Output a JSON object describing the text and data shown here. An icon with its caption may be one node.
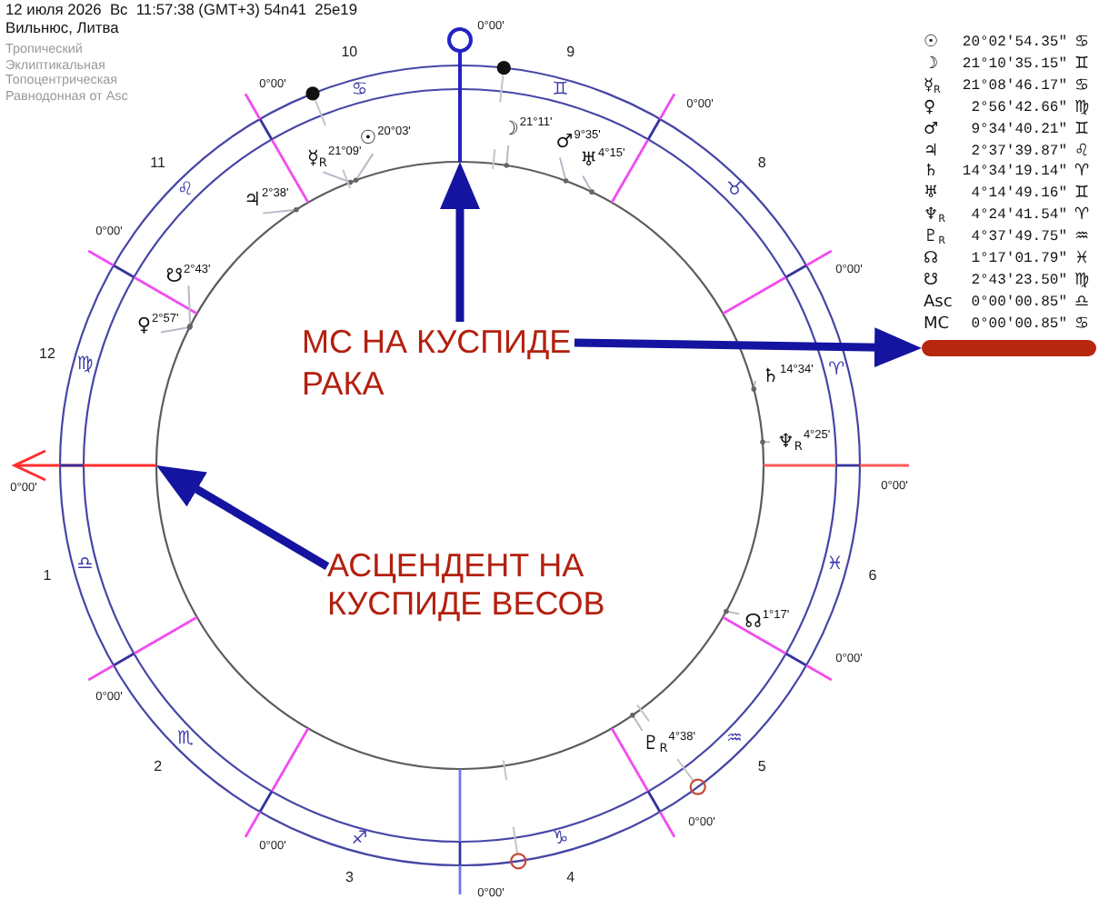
{
  "diagram": {
    "nodes": [
      {
        "text": [
          "МС НА КУСПИДЕ РАКА"
        ]
      },
      {
        "text": [
          "АСЦЕНДЕНТ НА КУСПИДЕ ВЕСОВ"
        ]
      },
      {
        "text": [],
        "shape": "line",
        "beside": [
          "0°00'"
        ]
      },
      {
        "text": [],
        "shape": "line",
        "beside": [
          "0°00'"
        ]
      },
      {
        "text": [],
        "shape": "bar"
      }
    ],
    "edges": [
      {
        "from": 0,
        "to": 2,
        "arrow": "to"
      },
      {
        "from": 0,
        "to": 4,
        "arrow": "to"
      },
      {
        "from": 1,
        "to": 3,
        "arrow": "to"
      }
    ],
    "labels": [
      "12 июля 2026  Вс  11:57:38 (GMT+3) 54n41  25e19",
      "Вильнюс, Литва",
      "Тропический",
      "Эклиптикальная",
      "Топоцентрическая",
      "Равнодонная от Asc",
      "☉",
      "20°02'54.35\"",
      "♋",
      "☽",
      "21°10'35.15\"",
      "♊",
      "☿$_{R}$",
      "21°08'46.17\"",
      "♋",
      "♀",
      "2°56'42.66\"",
      "♍",
      "♂",
      "9°34'40.21\"",
      "♊",
      "♃",
      "2°37'39.87\"",
      "♌",
      "♄",
      "14°34'19.14\"",
      "♈",
      "♅",
      "4°14'49.16\"",
      "♊",
      "♆$_{R}$",
      "4°24'41.54\"",
      "♈",
      "♇$_{R}$",
      "4°37'49.75\"",
      "♒",
      "☊",
      "1°17'01.79\"",
      "♓",
      "☋",
      "2°43'23.50\"",
      "♍",
      "Asc",
      "0°00'00.85\"",
      "♎",
      "MC",
      "0°00'00.85\"",
      "♋",
      "0°00'",
      "0°00'",
      "0°00'",
      "0°00'",
      "0°00'",
      "0°00'",
      "0°00'",
      "0°00'",
      "0°00'",
      "0°00'",
      "10",
      "9",
      "11",
      "8",
      "12",
      "1",
      "6",
      "2",
      "5",
      "3",
      "4",
      "♋",
      "♊",
      "♌",
      "♉",
      "♍",
      "♈",
      "♎",
      "♓",
      "♏",
      "♒",
      "♐",
      "♑",
      "☽",
      "21°11'",
      "☉",
      "20°03'",
      "♂",
      "9°35'",
      "☿$_{R}$",
      "21°09'",
      "♅",
      "4°15'",
      "♃",
      "2°38'",
      "☋",
      "2°43'",
      "♀",
      "2°57'",
      "♄",
      "14°34'",
      "♆$_{R}$",
      "4°25'",
      "☊",
      "1°17'",
      "♇$_{R}$",
      "4°38'"
    ]
  }
}
